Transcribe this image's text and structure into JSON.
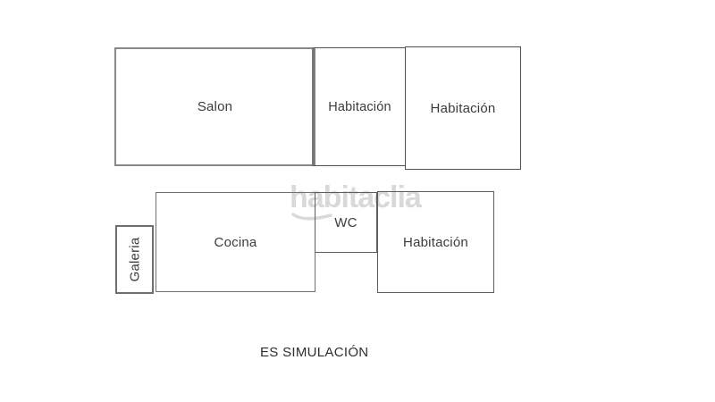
{
  "floorplan": {
    "rooms": [
      {
        "id": "salon",
        "label": "Salon"
      },
      {
        "id": "habitacion-top-middle",
        "label": "Habitación"
      },
      {
        "id": "habitacion-top-right",
        "label": "Habitación"
      },
      {
        "id": "galeria",
        "label": "Galeria"
      },
      {
        "id": "cocina",
        "label": "Cocina"
      },
      {
        "id": "wc",
        "label": "WC"
      },
      {
        "id": "habitacion-bottom",
        "label": "Habitación"
      }
    ],
    "watermark": "habitaclia",
    "caption": "ES SIMULACIÓN",
    "colors": {
      "wall": "#6e7275",
      "label": "#3b3b3b",
      "watermark": "#d9d9d9",
      "background": "#ffffff"
    }
  }
}
